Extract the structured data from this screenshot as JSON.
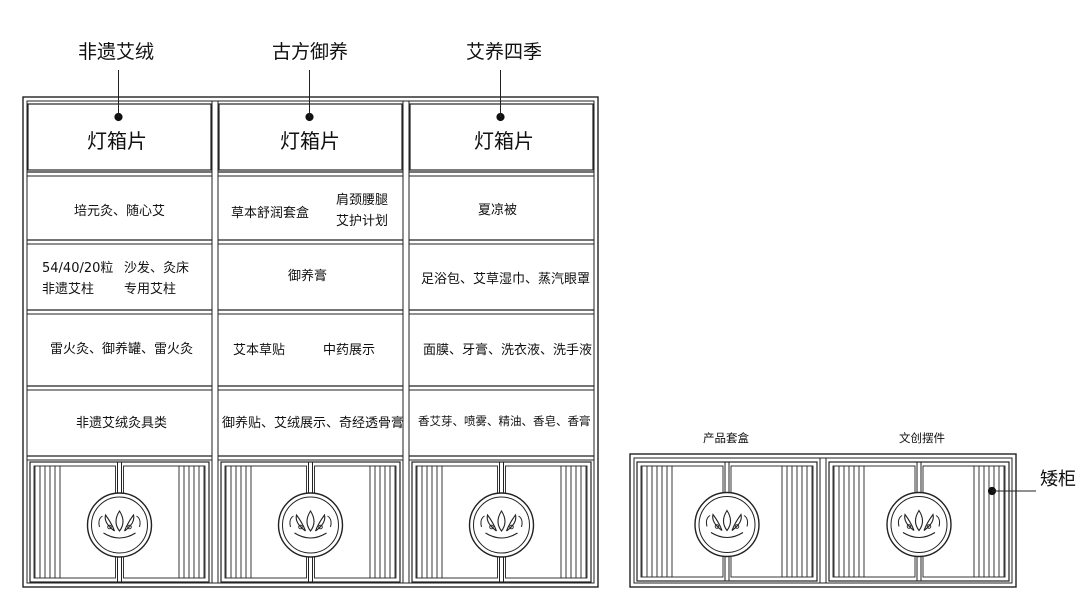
{
  "cabinets": [
    {
      "title": "非遗艾绒",
      "lightbox": "灯箱片",
      "shelves": [
        {
          "lines": [
            "培元灸、随心艾"
          ]
        },
        {
          "col1": [
            "54/40/20粒",
            "非遗艾柱"
          ],
          "col2": [
            "沙发、灸床",
            "专用艾柱"
          ]
        },
        {
          "lines": [
            "雷火灸、御养罐、雷火灸"
          ]
        },
        {
          "lines": [
            "非遗艾绒灸具类"
          ]
        }
      ]
    },
    {
      "title": "古方御养",
      "lightbox": "灯箱片",
      "shelves": [
        {
          "col1": [
            "草本舒润套盒"
          ],
          "col2": [
            "肩颈腰腿",
            "艾护计划"
          ]
        },
        {
          "lines": [
            "御养膏"
          ]
        },
        {
          "col1": [
            "艾本草贴"
          ],
          "col2": [
            "中药展示"
          ]
        },
        {
          "lines": [
            "御养贴、艾绒展示、奇经透骨膏"
          ]
        }
      ]
    },
    {
      "title": "艾养四季",
      "lightbox": "灯箱片",
      "shelves": [
        {
          "lines": [
            "夏凉被"
          ]
        },
        {
          "lines": [
            "足浴包、艾草湿巾、蒸汽眼罩"
          ]
        },
        {
          "lines": [
            "面膜、牙膏、洗衣液、洗手液"
          ]
        },
        {
          "lines": [
            "香艾芽、喷雾、精油、香皂、香膏"
          ]
        }
      ]
    }
  ],
  "low_cabinet": {
    "tag": "矮柜",
    "sections": [
      "产品套盒",
      "文创摆件"
    ]
  }
}
